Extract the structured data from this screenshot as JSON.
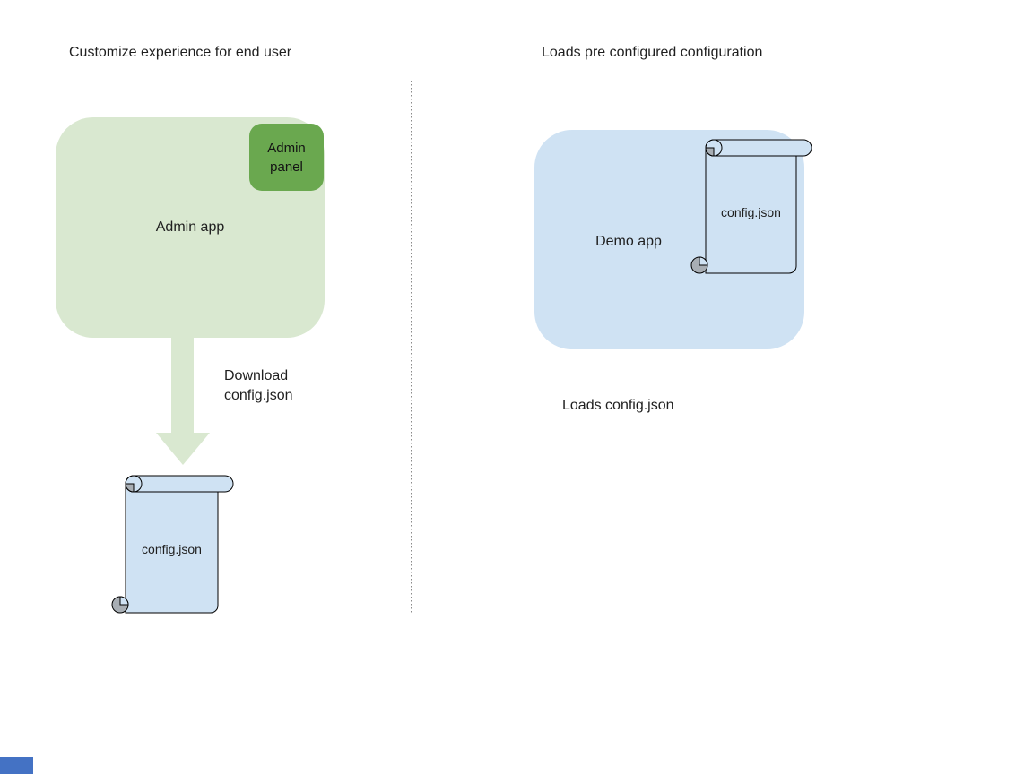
{
  "colors": {
    "light_green": "#d9e8d0",
    "green": "#6aa84f",
    "light_blue": "#cfe2f3",
    "scroll_curl_gray": "#a8aeb4",
    "outline": "#000000",
    "divider_gray": "#8a8a8a",
    "text": "#1f1f1f",
    "corner_square_blue": "#4472c4"
  },
  "left": {
    "title": "Customize experience for end user",
    "admin_app_label": "Admin app",
    "admin_panel_label": "Admin panel",
    "arrow_label_line1": "Download",
    "arrow_label_line2": "config.json",
    "config_file_label": "config.json"
  },
  "right": {
    "title": "Loads pre configured configuration",
    "demo_app_label": "Demo app",
    "config_file_label": "config.json",
    "caption": "Loads config.json"
  }
}
